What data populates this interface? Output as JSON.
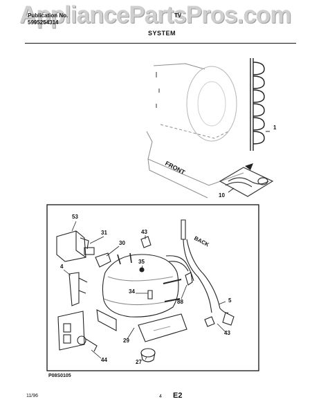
{
  "watermark": "AppliancePartsPros.com",
  "header": {
    "left_line1": "Publication No.",
    "left_line2": "5995254314",
    "right_fragment": "TV",
    "section_title": "SYSTEM"
  },
  "labels": {
    "front": "FRONT",
    "back": "BACK"
  },
  "callouts": [
    "1",
    "10",
    "53",
    "31",
    "30",
    "43",
    "4",
    "35",
    "34",
    "88",
    "5",
    "43",
    "29",
    "44",
    "27"
  ],
  "figure_code": "P08S0105",
  "footer": {
    "date": "11/96",
    "page_number": "4",
    "page_code": "E2"
  }
}
